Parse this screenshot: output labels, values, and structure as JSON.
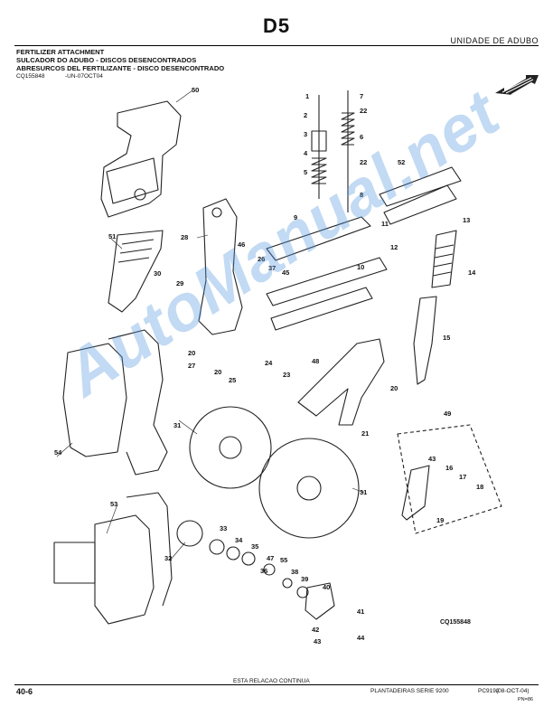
{
  "header": {
    "section_code": "D5",
    "section_title_right": "UNIDADE DE ADUBO",
    "titles": [
      "FERTILIZER ATTACHMENT",
      "SULCADOR DO ADUBO - DISCOS DESENCONTRADOS",
      "ABRESURCOS DEL FERTILIZANTE - DISCO DESENCONTRADO"
    ],
    "figure_ref": "CQ155848",
    "figure_date": "-UN-07OCT04"
  },
  "diagram": {
    "figure_id": "CQ155848",
    "watermark": "AutoManual.net",
    "callouts": [
      "50",
      "1",
      "2",
      "3",
      "4",
      "5",
      "7",
      "22",
      "6",
      "22",
      "8",
      "52",
      "9",
      "11",
      "12",
      "13",
      "51",
      "28",
      "46",
      "26",
      "37",
      "45",
      "10",
      "14",
      "30",
      "29",
      "15",
      "20",
      "27",
      "20",
      "25",
      "24",
      "23",
      "48",
      "20",
      "21",
      "54",
      "31",
      "31",
      "49",
      "43",
      "16",
      "17",
      "18",
      "19",
      "53",
      "33",
      "34",
      "32",
      "35",
      "47",
      "55",
      "36",
      "38",
      "39",
      "40",
      "41",
      "42",
      "43",
      "44"
    ]
  },
  "footer": {
    "continued": "ESTA RELACAO CONTINUA",
    "page_number": "40-6",
    "book_title": "PLANTADEIRAS SERIE 9200",
    "book_code": "PC9192",
    "date": "(08-OCT-04)",
    "pn": "PN=86"
  }
}
